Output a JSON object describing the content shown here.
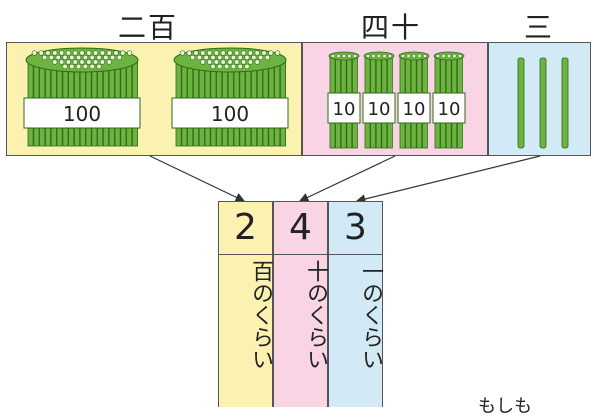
{
  "labels": {
    "hundreds": "二百",
    "tens": "四十",
    "ones": "三"
  },
  "bundles": {
    "hundred_tag": "100",
    "ten_tag": "10",
    "hundred_count": 2,
    "ten_count": 4,
    "one_count": 3
  },
  "table": {
    "digits": [
      "2",
      "4",
      "3"
    ],
    "places": [
      "百のくらい",
      "十のくらい",
      "一のくらい"
    ]
  },
  "colors": {
    "hundreds_bg": "#fbf2b2",
    "tens_bg": "#f8d4e4",
    "ones_bg": "#d2e9f6",
    "stick_green": "#6db33f",
    "stick_dark": "#2f6a1a"
  },
  "footer_fragment": "もしも"
}
